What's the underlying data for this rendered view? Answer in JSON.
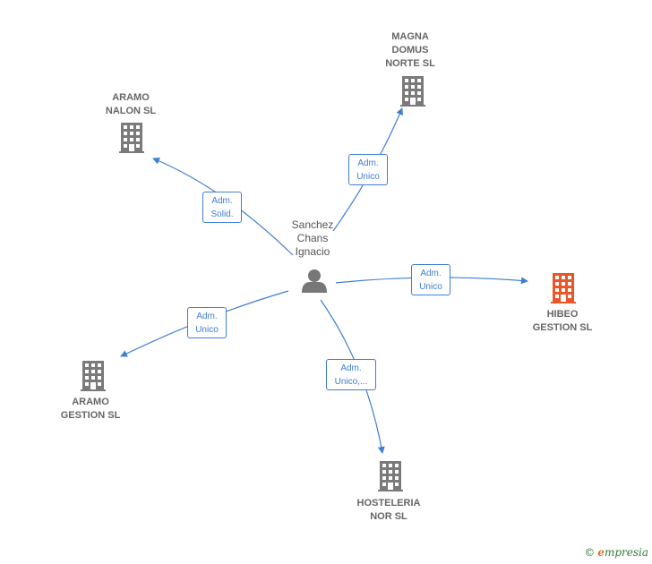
{
  "center": {
    "name": "Sanchez\nChans\nIgnacio"
  },
  "companies": {
    "magna": {
      "name": "MAGNA\nDOMUS\nNORTE  SL"
    },
    "aramo_nalon": {
      "name": "ARAMO\nNALON  SL"
    },
    "hibeo": {
      "name": "HIBEO\nGESTION  SL"
    },
    "aramo_gestion": {
      "name": "ARAMO\nGESTION SL"
    },
    "hosteleria": {
      "name": "HOSTELERIA\nNOR SL"
    }
  },
  "edges": {
    "magna": "Adm.\nUnico",
    "aramo_nalon": "Adm.\nSolid.",
    "hibeo": "Adm.\nUnico",
    "aramo_gestion": "Adm.\nUnico",
    "hosteleria": "Adm.\nUnico,..."
  },
  "colors": {
    "edge": "#3d7fd0",
    "building": "#7a7a7a",
    "highlight": "#e8562a",
    "person": "#777777"
  },
  "brand": {
    "copyright": "©",
    "name": "mpresia",
    "initial": "e"
  }
}
